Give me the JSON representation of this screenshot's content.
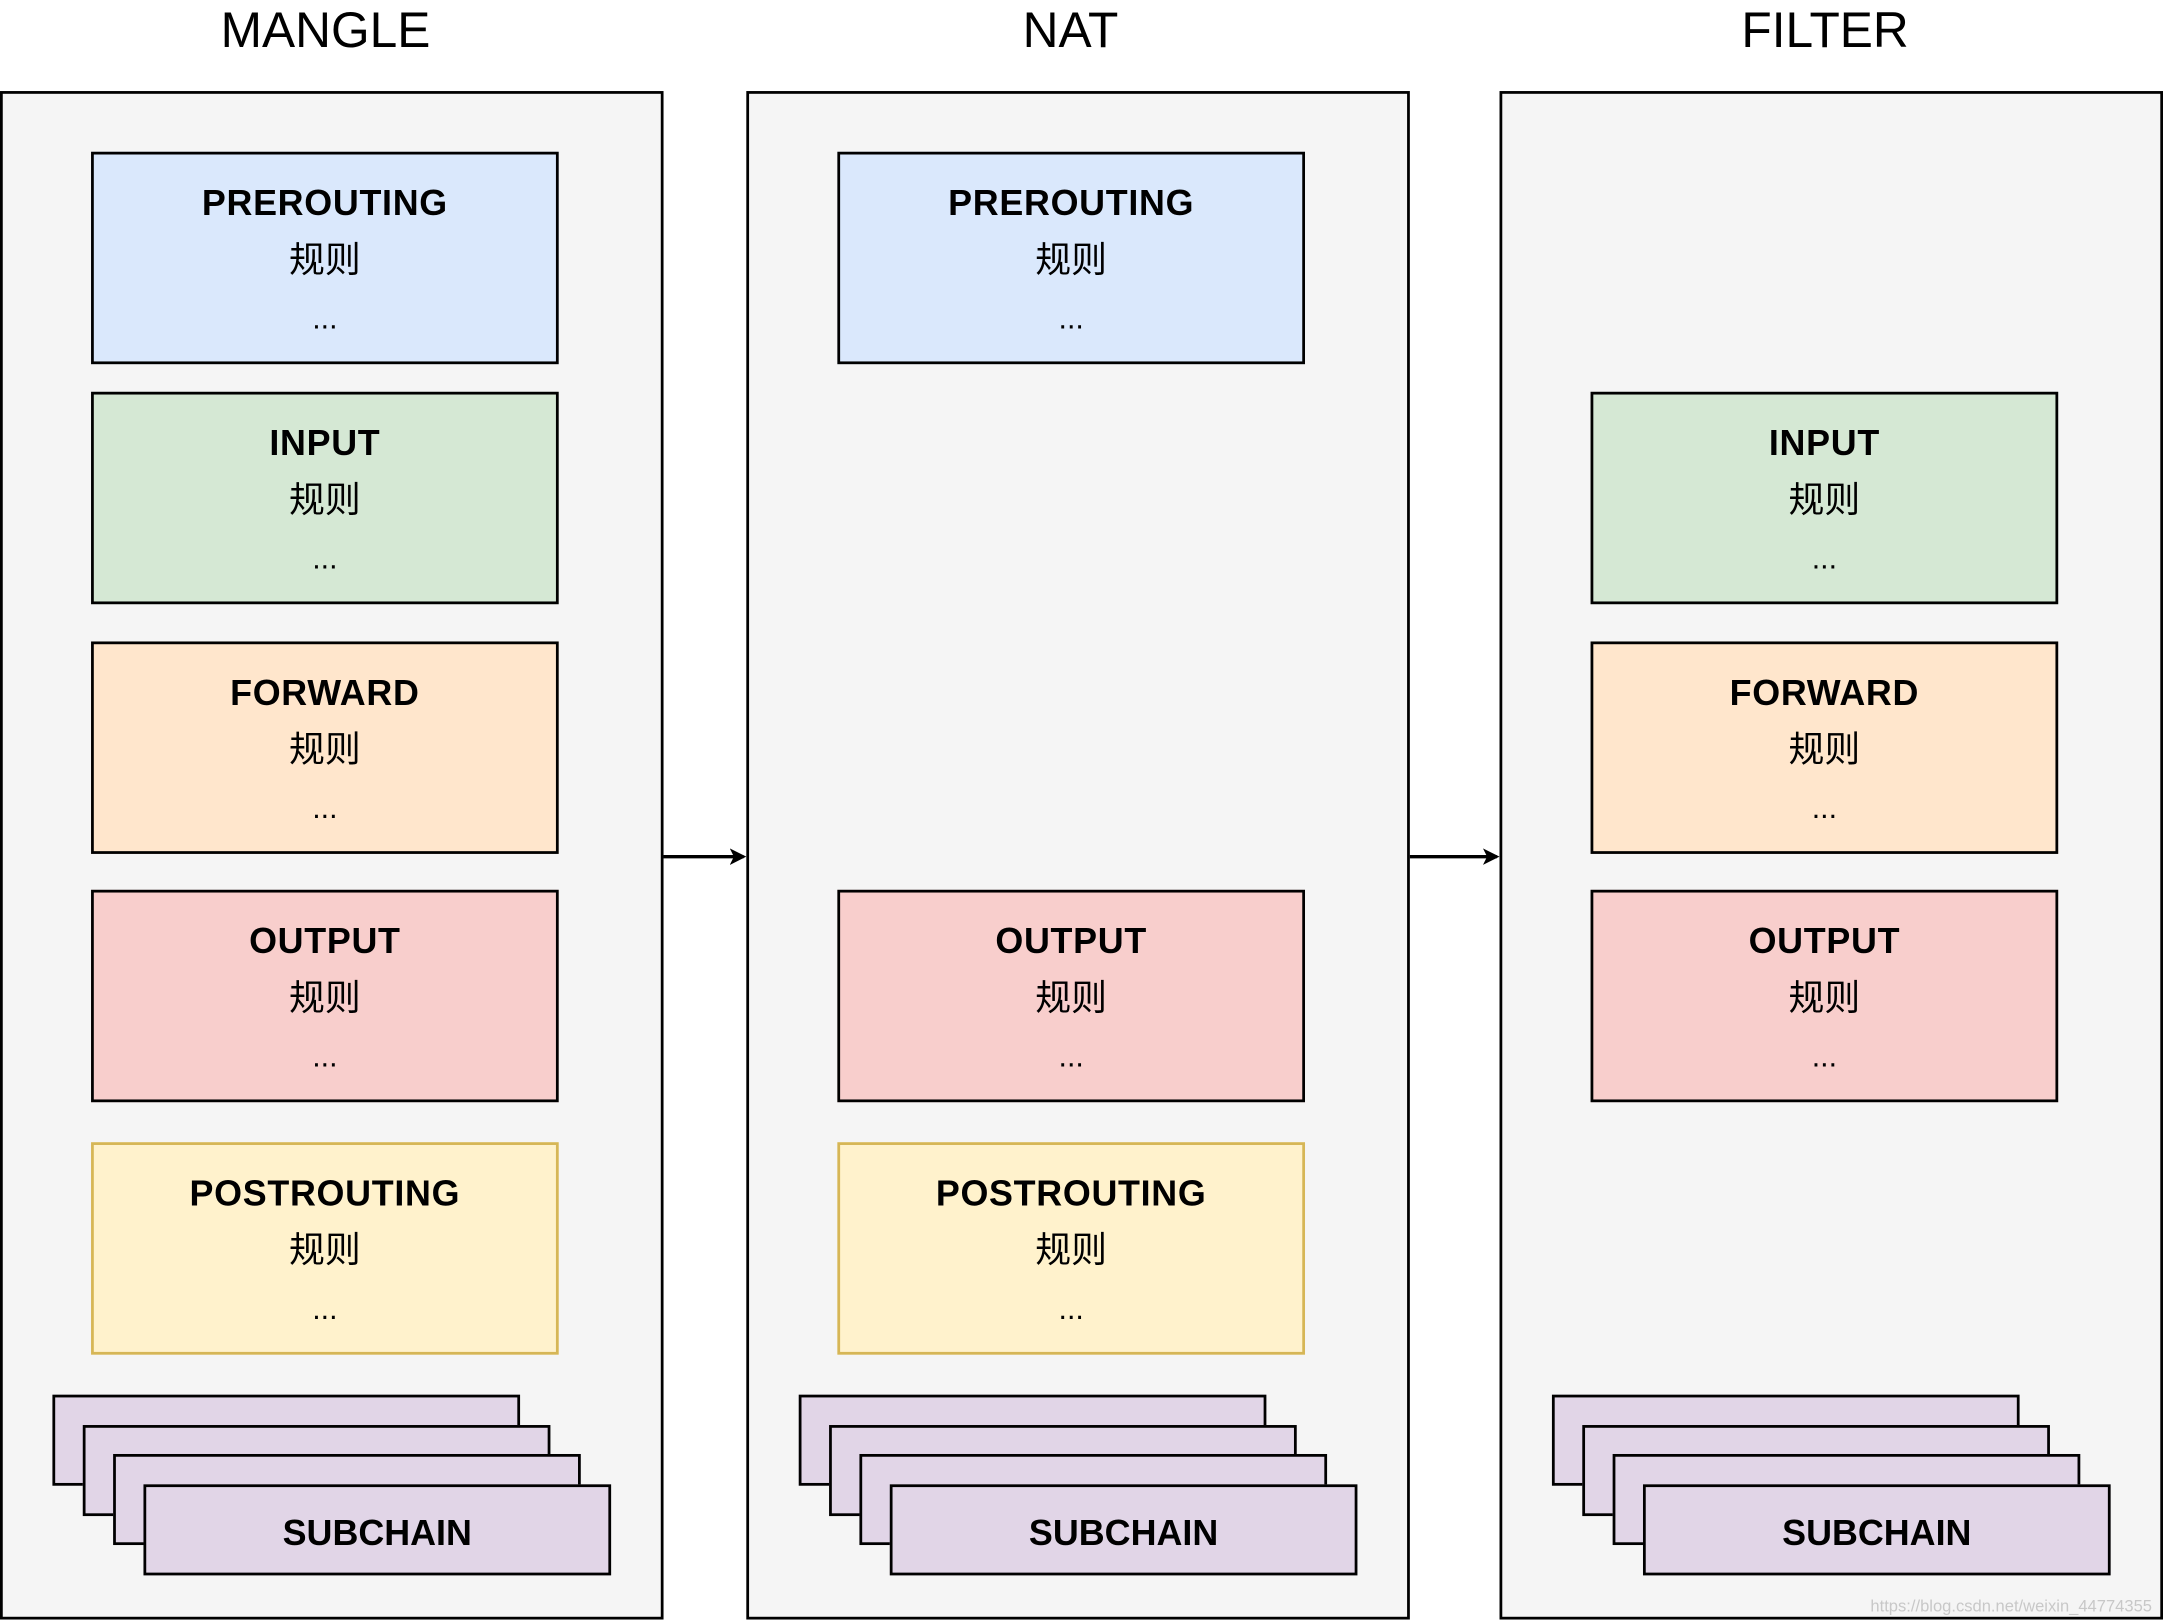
{
  "tables": [
    {
      "title": "MANGLE",
      "chains": [
        {
          "name": "PREROUTING",
          "rule": "规则",
          "more": "..."
        },
        {
          "name": "INPUT",
          "rule": "规则",
          "more": "..."
        },
        {
          "name": "FORWARD",
          "rule": "规则",
          "more": "..."
        },
        {
          "name": "OUTPUT",
          "rule": "规则",
          "more": "..."
        },
        {
          "name": "POSTROUTING",
          "rule": "规则",
          "more": "..."
        }
      ],
      "subchain_label": "SUBCHAIN"
    },
    {
      "title": "NAT",
      "chains": [
        {
          "name": "PREROUTING",
          "rule": "规则",
          "more": "..."
        },
        {
          "name": "OUTPUT",
          "rule": "规则",
          "more": "..."
        },
        {
          "name": "POSTROUTING",
          "rule": "规则",
          "more": "..."
        }
      ],
      "subchain_label": "SUBCHAIN"
    },
    {
      "title": "FILTER",
      "chains": [
        {
          "name": "INPUT",
          "rule": "规则",
          "more": "..."
        },
        {
          "name": "FORWARD",
          "rule": "规则",
          "more": "..."
        },
        {
          "name": "OUTPUT",
          "rule": "规则",
          "more": "..."
        }
      ],
      "subchain_label": "SUBCHAIN"
    }
  ],
  "watermark": "https://blog.csdn.net/weixin_44774355"
}
